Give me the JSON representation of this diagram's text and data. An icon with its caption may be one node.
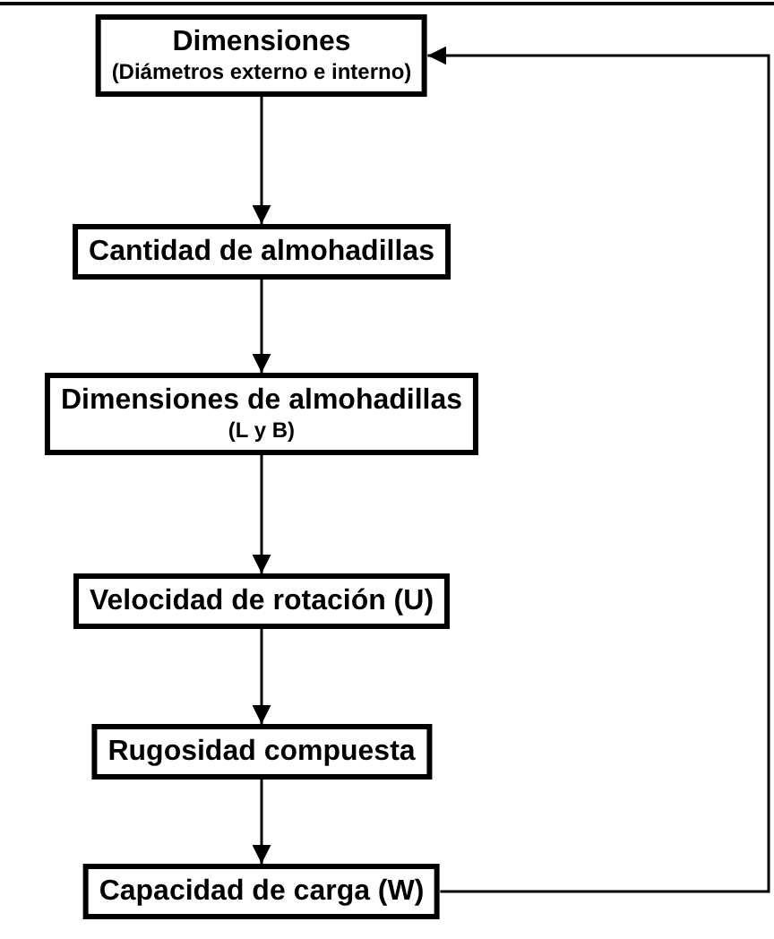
{
  "diagram": {
    "nodes": [
      {
        "text": [
          "Dimensiones",
          "(Diámetros externo e interno)"
        ]
      },
      {
        "text": [
          "Cantidad de almohadillas"
        ]
      },
      {
        "text": [
          "Dimensiones de almohadillas",
          "(L y B)"
        ]
      },
      {
        "text": [
          "Velocidad de rotación (U)"
        ]
      },
      {
        "text": [
          "Rugosidad compuesta"
        ]
      },
      {
        "text": [
          "Capacidad de carga (W)"
        ]
      }
    ],
    "edges": [
      {
        "from": 0,
        "to": 1,
        "arrow": "to"
      },
      {
        "from": 1,
        "to": 2,
        "arrow": "to"
      },
      {
        "from": 2,
        "to": 3,
        "arrow": "to"
      },
      {
        "from": 3,
        "to": 4,
        "arrow": "to"
      },
      {
        "from": 4,
        "to": 5,
        "arrow": "to"
      },
      {
        "from": 5,
        "to": 0,
        "arrow": "to"
      }
    ]
  }
}
